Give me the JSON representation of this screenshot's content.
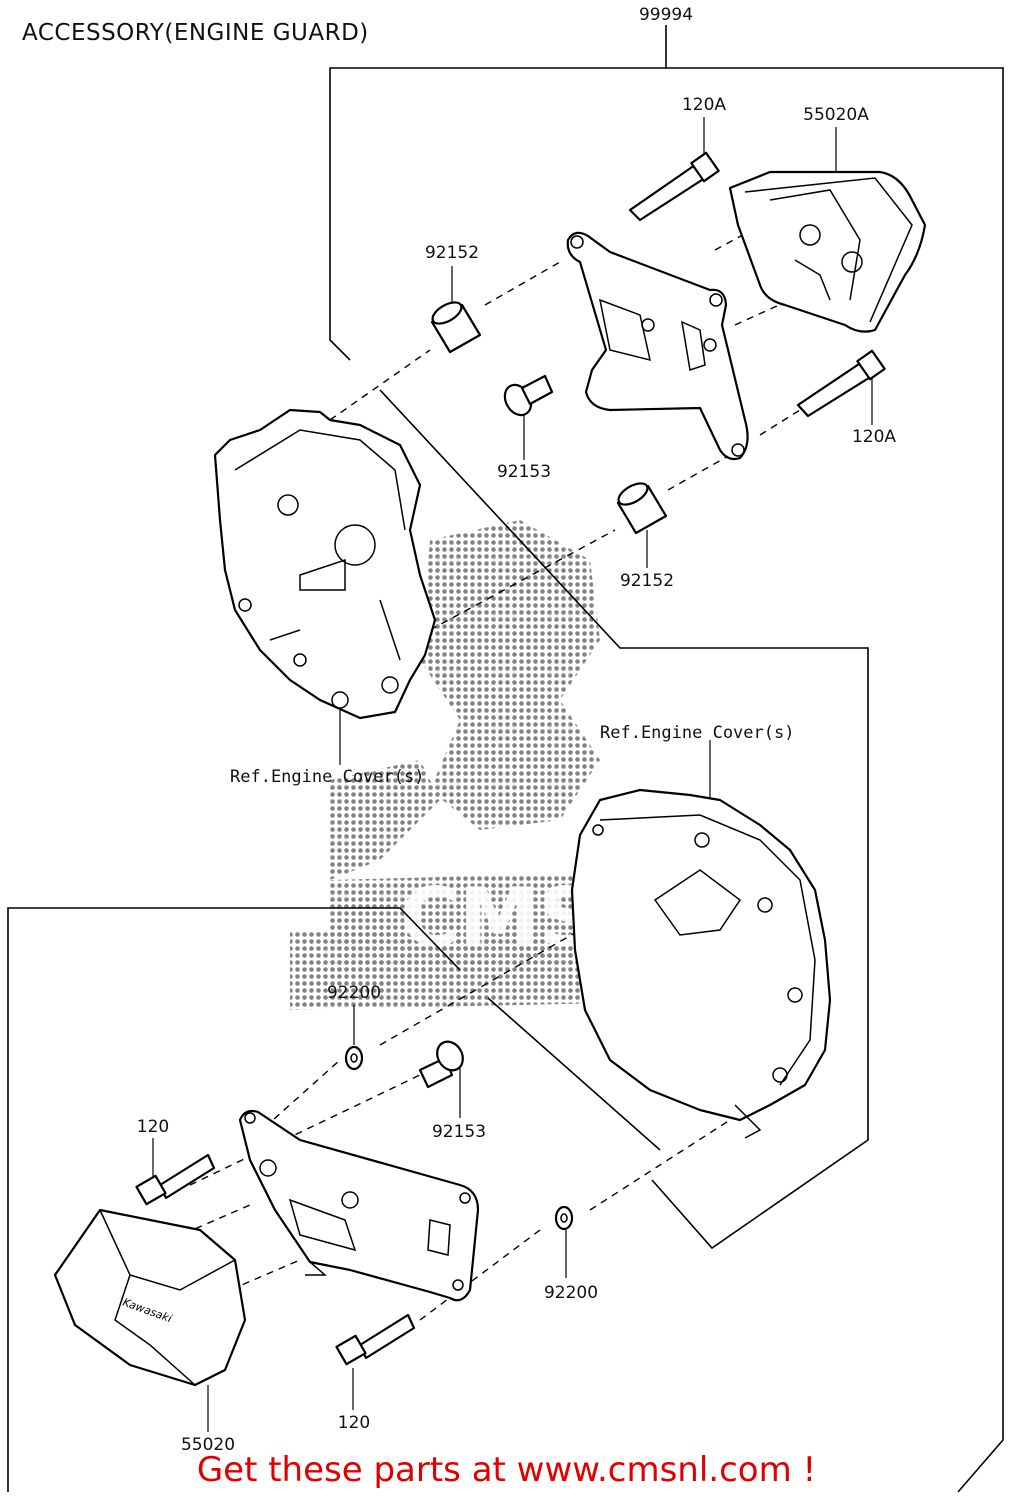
{
  "title": "ACCESSORY(ENGINE GUARD)",
  "labels": {
    "assembly": "99994",
    "bolt_upper_top": "120A",
    "guard_upper": "55020A",
    "collar_top": "92152",
    "bolt_upper_right": "120A",
    "bolt_short_upper": "92153",
    "collar_mid": "92152",
    "ref_cover_right": "Ref.Engine Cover(s)",
    "ref_cover_left": "Ref.Engine Cover(s)",
    "washer_upper": "92200",
    "bolt_short_lower": "92153",
    "bolt_lower_left": "120",
    "washer_lower": "92200",
    "bolt_lower_bottom": "120",
    "guard_lower": "55020"
  },
  "watermark": "CMS",
  "footer": "Get these parts at www.cmsnl.com !",
  "colors": {
    "footer": "#e00000",
    "lines": "#000000",
    "watermark": "#7a7a7a"
  }
}
